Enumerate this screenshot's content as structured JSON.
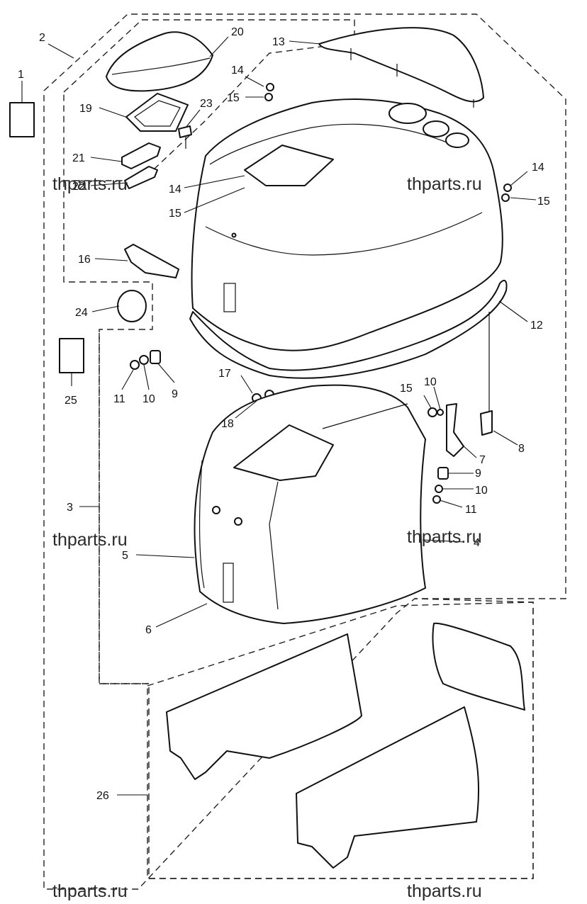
{
  "labels": {
    "n1": "1",
    "n2": "2",
    "n3": "3",
    "n4": "4",
    "n5": "5",
    "n6": "6",
    "n7": "7",
    "n8": "8",
    "n9a": "9",
    "n9b": "9",
    "n10a": "10",
    "n10b": "10",
    "n10c": "10",
    "n11a": "11",
    "n11b": "11",
    "n12": "12",
    "n13": "13",
    "n14a": "14",
    "n14b": "14",
    "n14c": "14",
    "n15a": "15",
    "n15b": "15",
    "n15c": "15",
    "n15d": "15",
    "n16": "16",
    "n17": "17",
    "n18": "18",
    "n19": "19",
    "n20": "20",
    "n21": "21",
    "n22": "22",
    "n23": "23",
    "n24": "24",
    "n25": "25",
    "n26": "26"
  },
  "watermark": {
    "w1": "thparts.ru",
    "w2": "thparts.ru",
    "w3": "thparts.ru",
    "w4": "thparts.ru",
    "w5": "thparts.ru",
    "w6": "thparts.ru"
  }
}
